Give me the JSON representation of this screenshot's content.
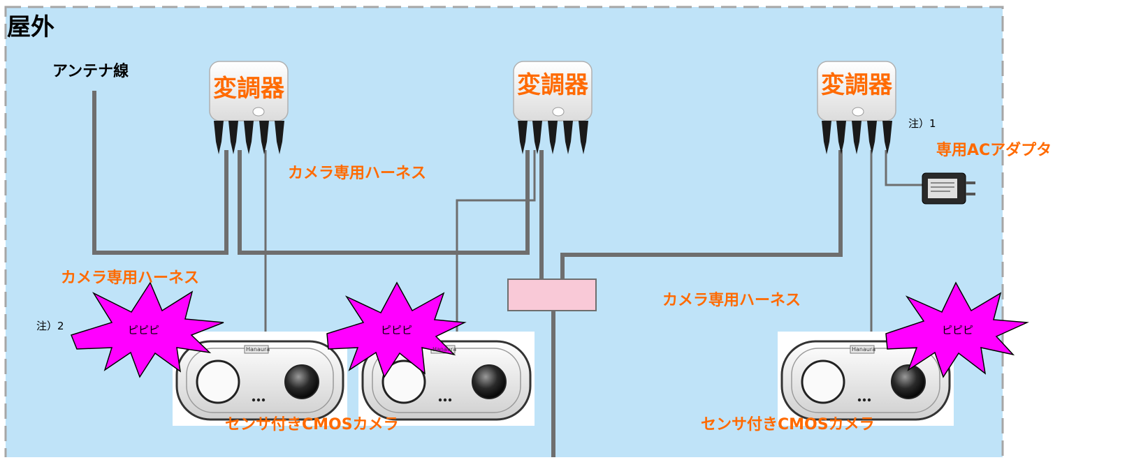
{
  "region_title": "屋外",
  "antenna_label": "アンテナ線",
  "modulator_label": "変調器",
  "harness_label": "カメラ専用ハーネス",
  "camera_label": "センサ付きCMOSカメラ",
  "adapter_label": "専用ACアダプタ",
  "note1": "注）1",
  "note2": "注）2",
  "burst_text": "ピピピ",
  "camera_brand": "Hanaura",
  "colors": {
    "area_fill": "#bfe3f8",
    "area_border": "#a6a6a6",
    "label_orange": "#ff6a00",
    "cable": "#6e6e6e",
    "splitter_fill": "#f9c9d7",
    "burst_fill": "#ff00ff",
    "device_body": "#f4f4f4"
  }
}
